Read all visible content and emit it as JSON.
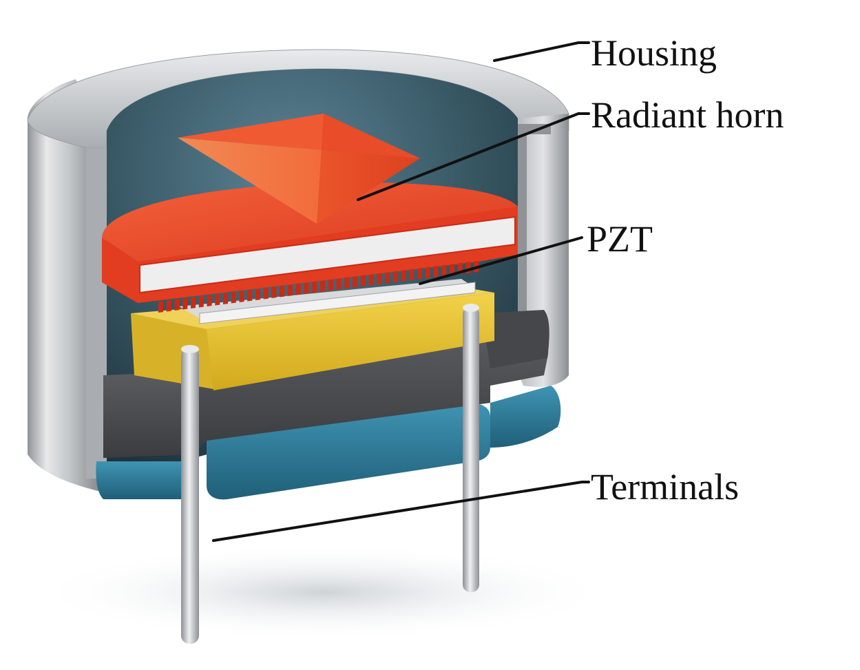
{
  "labels": {
    "housing": "Housing",
    "radiant_horn": "Radiant horn",
    "pzt": "PZT",
    "terminals": "Terminals"
  },
  "colors": {
    "housing_metal": "#c9ccd0",
    "housing_inner": "#3d5e6e",
    "horn_red": "#ee4a2b",
    "pzt_white": "#eeeeee",
    "backing_yellow": "#e6c232",
    "foam_gray": "#4a4c50",
    "base_teal": "#2f7f9c",
    "pin_steel": "#b9bcc0",
    "label_text": "#111111"
  }
}
